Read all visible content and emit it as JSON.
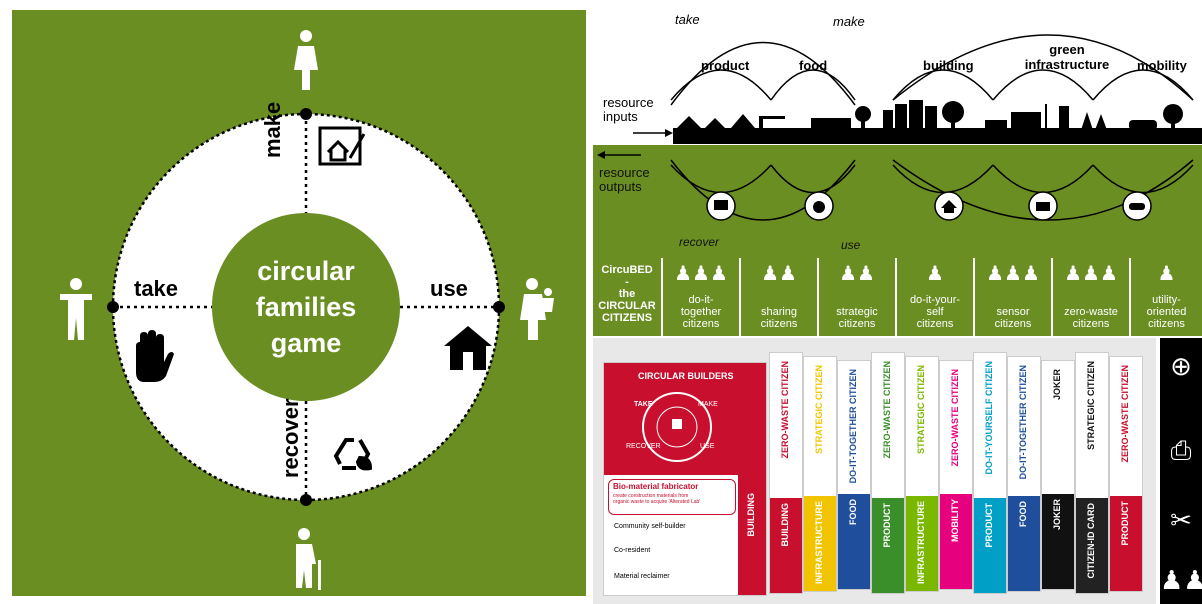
{
  "game": {
    "center_lines": [
      "circular",
      "families",
      "game"
    ],
    "phases": {
      "make": "make",
      "take": "take",
      "use": "use",
      "recover": "recover"
    }
  },
  "flows": {
    "resource_inputs": [
      "resource",
      "inputs"
    ],
    "resource_outputs": [
      "resource",
      "outputs"
    ],
    "take": "take",
    "make": "make",
    "use": "use",
    "recover": "recover",
    "cycles": [
      "product",
      "food",
      "building",
      "green",
      "infrastructure",
      "mobility"
    ]
  },
  "citizens": {
    "header": [
      "CircuBED",
      "-",
      "the",
      "CIRCULAR",
      "CITIZENS"
    ],
    "types": [
      {
        "label": [
          "do-it-",
          "together",
          "citizens"
        ],
        "icon": "group-icon"
      },
      {
        "label": [
          "sharing",
          "citizens"
        ],
        "icon": "pair-icon"
      },
      {
        "label": [
          "strategic",
          "citizens"
        ],
        "icon": "elder-pair-icon"
      },
      {
        "label": [
          "do-it-your-",
          "self",
          "citizens"
        ],
        "icon": "person-icon"
      },
      {
        "label": [
          "sensor",
          "citizens"
        ],
        "icon": "trio-icon"
      },
      {
        "label": [
          "zero-waste",
          "citizens"
        ],
        "icon": "family-icon"
      },
      {
        "label": [
          "utility-",
          "oriented",
          "citizens"
        ],
        "icon": "parent-child-icon"
      }
    ]
  },
  "cards": {
    "main_card_title": "CIRCULAR BUILDERS",
    "wheel": [
      "TAKE",
      "MAKE",
      "USE",
      "RECOVER"
    ],
    "main_roles": [
      "Bio-material fabricator",
      "Community self-builder",
      "Co-resident",
      "Material reclaimer"
    ],
    "main_footer": "BUILDING",
    "main_role_note": [
      "create construction materials from",
      "organic waste to acquire 'Alterated Lab'"
    ],
    "strips": [
      {
        "top": "ZERO-WASTE CITIZEN",
        "bottom": "BUILDING",
        "color": "#c8102e"
      },
      {
        "top": "STRATEGIC CITIZEN",
        "bottom": "INFRASTRUCTURE",
        "color": "#f2c400"
      },
      {
        "top": "DO-IT-TOGETHER CITIZEN",
        "bottom": "FOOD",
        "color": "#1f4e9c"
      },
      {
        "top": "ZERO-WASTE CITIZEN",
        "bottom": "PRODUCT",
        "color": "#3a8f2a"
      },
      {
        "top": "STRATEGIC CITIZEN",
        "bottom": "INFRASTRUCTURE",
        "color": "#7ab800"
      },
      {
        "top": "ZERO-WASTE CITIZEN",
        "bottom": "MOBILITY",
        "color": "#e6007e"
      },
      {
        "top": "DO-IT-YOURSELF CITIZEN",
        "bottom": "PRODUCT",
        "color": "#00a0c6"
      },
      {
        "top": "DO-IT-TOGETHER CITIZEN",
        "bottom": "FOOD",
        "color": "#1f4e9c"
      },
      {
        "top": "JOKER",
        "bottom": "JOKER",
        "color": "#111111"
      },
      {
        "top": "STRATEGIC CITIZEN",
        "bottom": "CITIZEN-ID CARD",
        "color": "#222222"
      },
      {
        "top": "ZERO-WASTE CITIZEN",
        "bottom": "PRODUCT",
        "color": "#c8102e"
      }
    ]
  },
  "colors": {
    "green": "#6b8e23",
    "white": "#ffffff",
    "black": "#000000"
  }
}
